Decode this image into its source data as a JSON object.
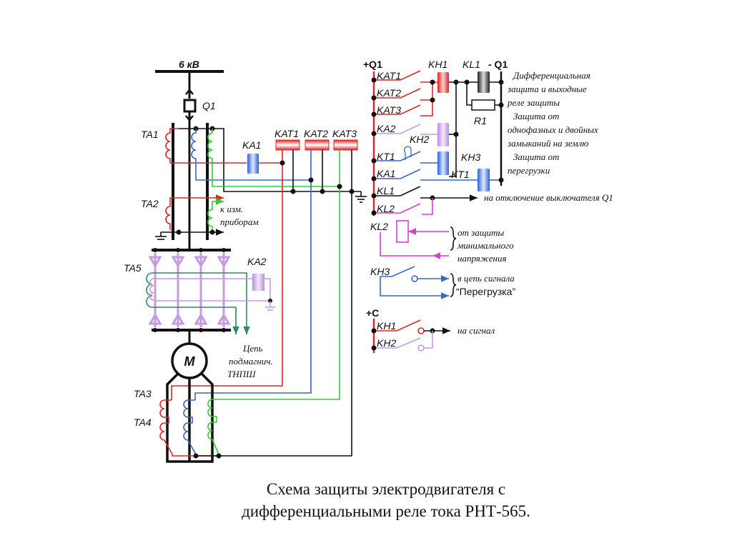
{
  "labels": {
    "bus_voltage": "6 кВ",
    "q1": "Q1",
    "ta1": "TA1",
    "ta2": "TA2",
    "ta3": "TA3",
    "ta4": "TA4",
    "ta5": "TA5",
    "ka1": "KA1",
    "ka2": "KA2",
    "kat1": "KAT1",
    "kat2": "KAT2",
    "kat3": "KAT3",
    "motor": "M",
    "to_instruments_1": "к изм.",
    "to_instruments_2": "приборам",
    "bias_circuit_1": "Цепь",
    "bias_circuit_2": "подмагнич.",
    "bias_circuit_3": "ТНПШ"
  },
  "control": {
    "plus_q1": "+Q1",
    "minus_q1": "- Q1",
    "kh1": "KH1",
    "kl1": "KL1",
    "r1": "R1",
    "kh2": "KH2",
    "kh3": "KH3",
    "kt1_coil": "KT1",
    "contacts": [
      "KAT1",
      "KAT2",
      "KAT3",
      "KA2",
      "KT1",
      "KA1",
      "KL1",
      "KL2"
    ],
    "notes": [
      "Дифференциальная",
      "защита и выходные",
      "реле защиты",
      "Защита от",
      "однофазных и двойных",
      "замыканий на землю",
      "Защита от",
      "перегрузки"
    ],
    "trip": "на отключение выключателя Q1",
    "kl2": "KL2",
    "undervoltage": [
      "от защиты",
      "минимального",
      "напряжения"
    ],
    "kh3_contact": "KH3",
    "overload_signal": [
      "в цепь сигнала",
      "“Перегрузка”"
    ],
    "plus_c": "+C",
    "kh1_contact": "KH1",
    "kh2_contact": "KH2",
    "to_signal": "на сигнал"
  },
  "caption": {
    "line1": "Схема защиты электродвигателя с",
    "line2": "дифференциальными реле тока РНТ-565."
  }
}
